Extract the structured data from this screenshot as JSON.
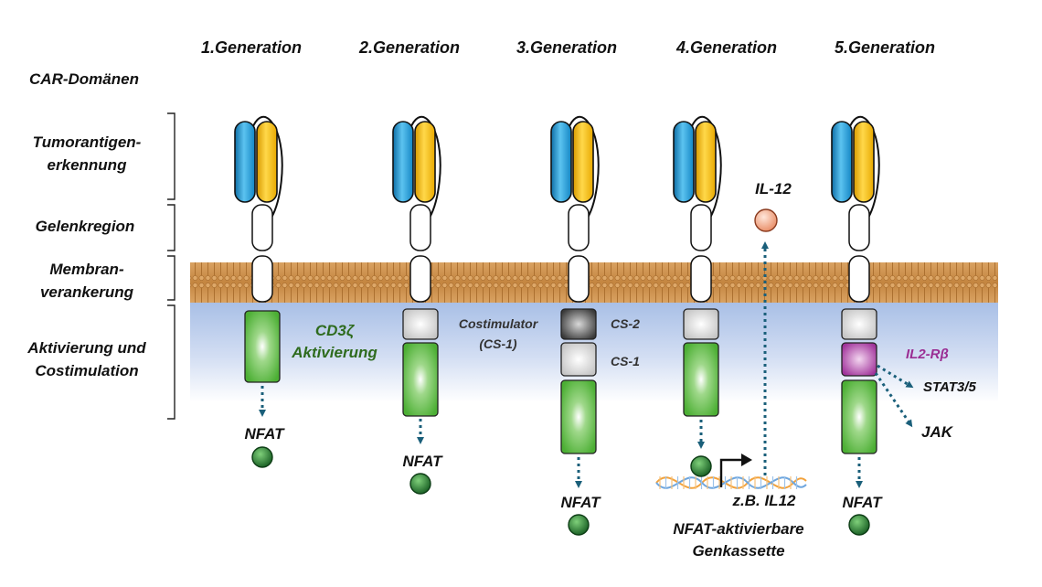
{
  "generations": [
    "1.Generation",
    "2.Generation",
    "3.Generation",
    "4.Generation",
    "5.Generation"
  ],
  "domains": {
    "title": "CAR-Domänen",
    "recognition": [
      "Tumorantigen-",
      "erkennung"
    ],
    "hinge": "Gelenkregion",
    "anchoring": [
      "Membran-",
      "verankerung"
    ],
    "activation": [
      "Aktivierung und",
      "Costimulation"
    ]
  },
  "gen1": {
    "cd3z": [
      "CD3ζ",
      "Aktivierung"
    ],
    "nfat": "NFAT"
  },
  "gen2": {
    "costim": [
      "Costimulator",
      "(CS-1)"
    ],
    "nfat": "NFAT"
  },
  "gen3": {
    "cs2": "CS-2",
    "cs1": "CS-1",
    "nfat": "NFAT"
  },
  "gen4": {
    "il12": "IL-12",
    "example": "z.B. IL12",
    "cassette": [
      "NFAT-aktivierbare",
      "Genkassette"
    ]
  },
  "gen5": {
    "il2rb": "IL2-Rβ",
    "stat": "STAT3/5",
    "jak": "JAK",
    "nfat": "NFAT"
  },
  "colors": {
    "vh": "#1e9ad6",
    "vl": "#f5b800",
    "cd3z": "#4caf34",
    "costim": "#d6d6d6",
    "cs2": "#555555",
    "il2rb": "#a0329a",
    "nfat": "#1d7a2c",
    "il12": "#f0a080",
    "arrow": "#1a5f7a",
    "membrane": "#c98a45",
    "cytoplasm": "#a8bfe6",
    "cd3z_text": "#2e6b1e",
    "il2rb_text": "#9a2d93"
  }
}
